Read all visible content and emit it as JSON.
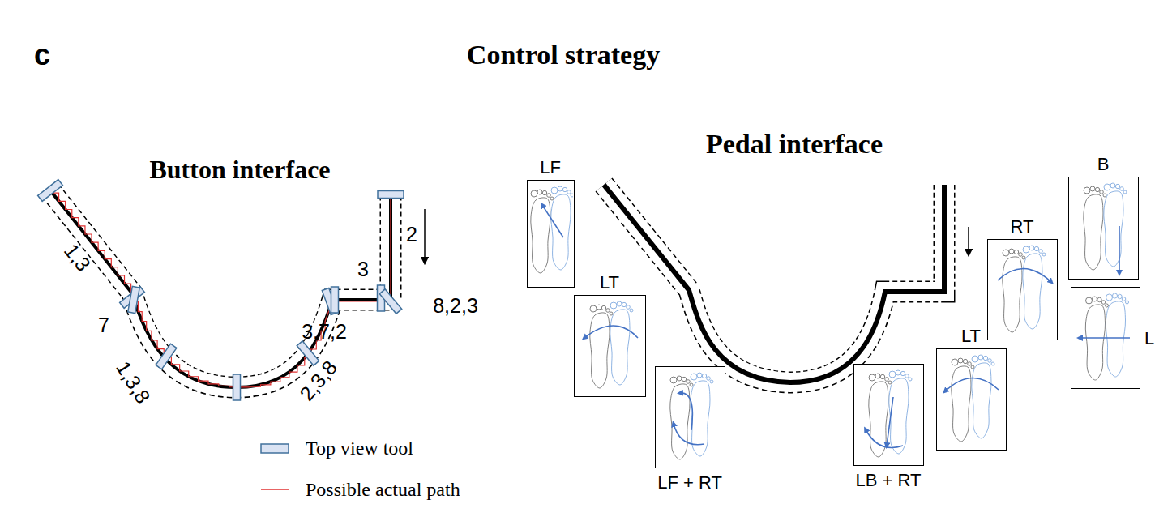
{
  "diagram": {
    "title": "Control strategy",
    "nodes": [
      {
        "text": [
          "LF"
        ]
      },
      {
        "text": [
          "LT"
        ]
      },
      {
        "text": [
          "LF + RT"
        ]
      },
      {
        "text": [
          "LB + RT"
        ]
      },
      {
        "text": [
          "LT"
        ]
      },
      {
        "text": [
          "RT"
        ]
      },
      {
        "text": [
          "B"
        ]
      },
      {
        "text": [
          "L"
        ]
      }
    ],
    "edges": [],
    "labels": [
      "c",
      "Button interface",
      "Pedal interface",
      "1,3",
      "7",
      "1,3,8",
      "2,3,8",
      "3,7,2",
      "3",
      "2",
      "8,2,3"
    ],
    "legend": [
      {
        "text": "Top view tool"
      },
      {
        "text": "Possible actual path"
      }
    ]
  }
}
